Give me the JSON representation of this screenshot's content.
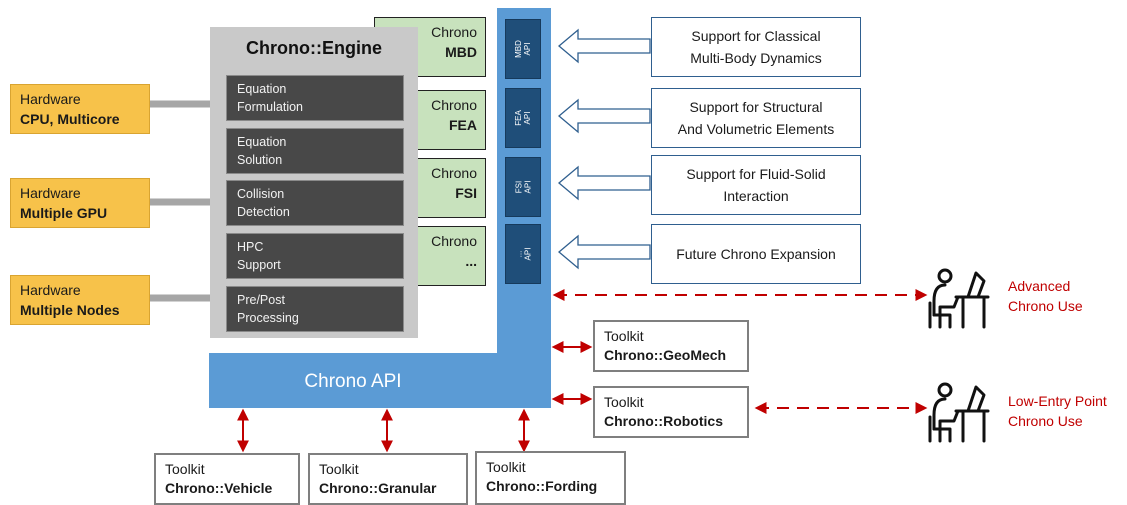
{
  "engine": {
    "title": "Chrono::Engine",
    "items": [
      {
        "line1": "Equation",
        "line2": "Formulation"
      },
      {
        "line1": "Equation",
        "line2": "Solution"
      },
      {
        "line1": "Collision",
        "line2": "Detection"
      },
      {
        "line1": "HPC",
        "line2": "Support"
      },
      {
        "line1": "Pre/Post",
        "line2": "Processing"
      }
    ]
  },
  "hardware": [
    {
      "line1": "Hardware",
      "line2": "CPU, Multicore"
    },
    {
      "line1": "Hardware",
      "line2": "Multiple GPU"
    },
    {
      "line1": "Hardware",
      "line2": "Multiple Nodes"
    }
  ],
  "modules": [
    {
      "line1": "Chrono",
      "line2": "MBD"
    },
    {
      "line1": "Chrono",
      "line2": "FEA"
    },
    {
      "line1": "Chrono",
      "line2": "FSI"
    },
    {
      "line1": "Chrono",
      "line2": "..."
    }
  ],
  "api_labels": [
    {
      "line1": "MBD",
      "line2": "API"
    },
    {
      "line1": "FEA",
      "line2": "API"
    },
    {
      "line1": "FSI",
      "line2": "API"
    },
    {
      "line1": "...",
      "line2": "API"
    }
  ],
  "support": [
    {
      "line1": "Support for Classical",
      "line2": "Multi-Body Dynamics"
    },
    {
      "line1": "Support for Structural",
      "line2": "And Volumetric Elements"
    },
    {
      "line1": "Support for Fluid-Solid",
      "line2": "Interaction"
    },
    {
      "line1": "Future Chrono Expansion",
      "line2": ""
    }
  ],
  "chrono_api": "Chrono API",
  "toolkits_right": [
    {
      "line1": "Toolkit",
      "line2": "Chrono::GeoMech"
    },
    {
      "line1": "Toolkit",
      "line2": "Chrono::Robotics"
    }
  ],
  "toolkits_bottom": [
    {
      "line1": "Toolkit",
      "line2": "Chrono::Vehicle"
    },
    {
      "line1": "Toolkit",
      "line2": "Chrono::Granular"
    },
    {
      "line1": "Toolkit",
      "line2": "Chrono::Fording"
    }
  ],
  "users": [
    {
      "line1": "Advanced",
      "line2": "Chrono Use"
    },
    {
      "line1": "Low-Entry Point",
      "line2": "Chrono Use"
    }
  ],
  "colors": {
    "hardware": "#f7c24a",
    "module": "#c8e2bd",
    "engine_bg": "#c9c9c9",
    "engine_item": "#484848",
    "api_light": "#5b9bd5",
    "api_dark": "#1f4e79",
    "arrow_red": "#c00000"
  },
  "icons": [
    "outline-arrow-icon",
    "double-arrow-icon",
    "computer-user-icon"
  ]
}
